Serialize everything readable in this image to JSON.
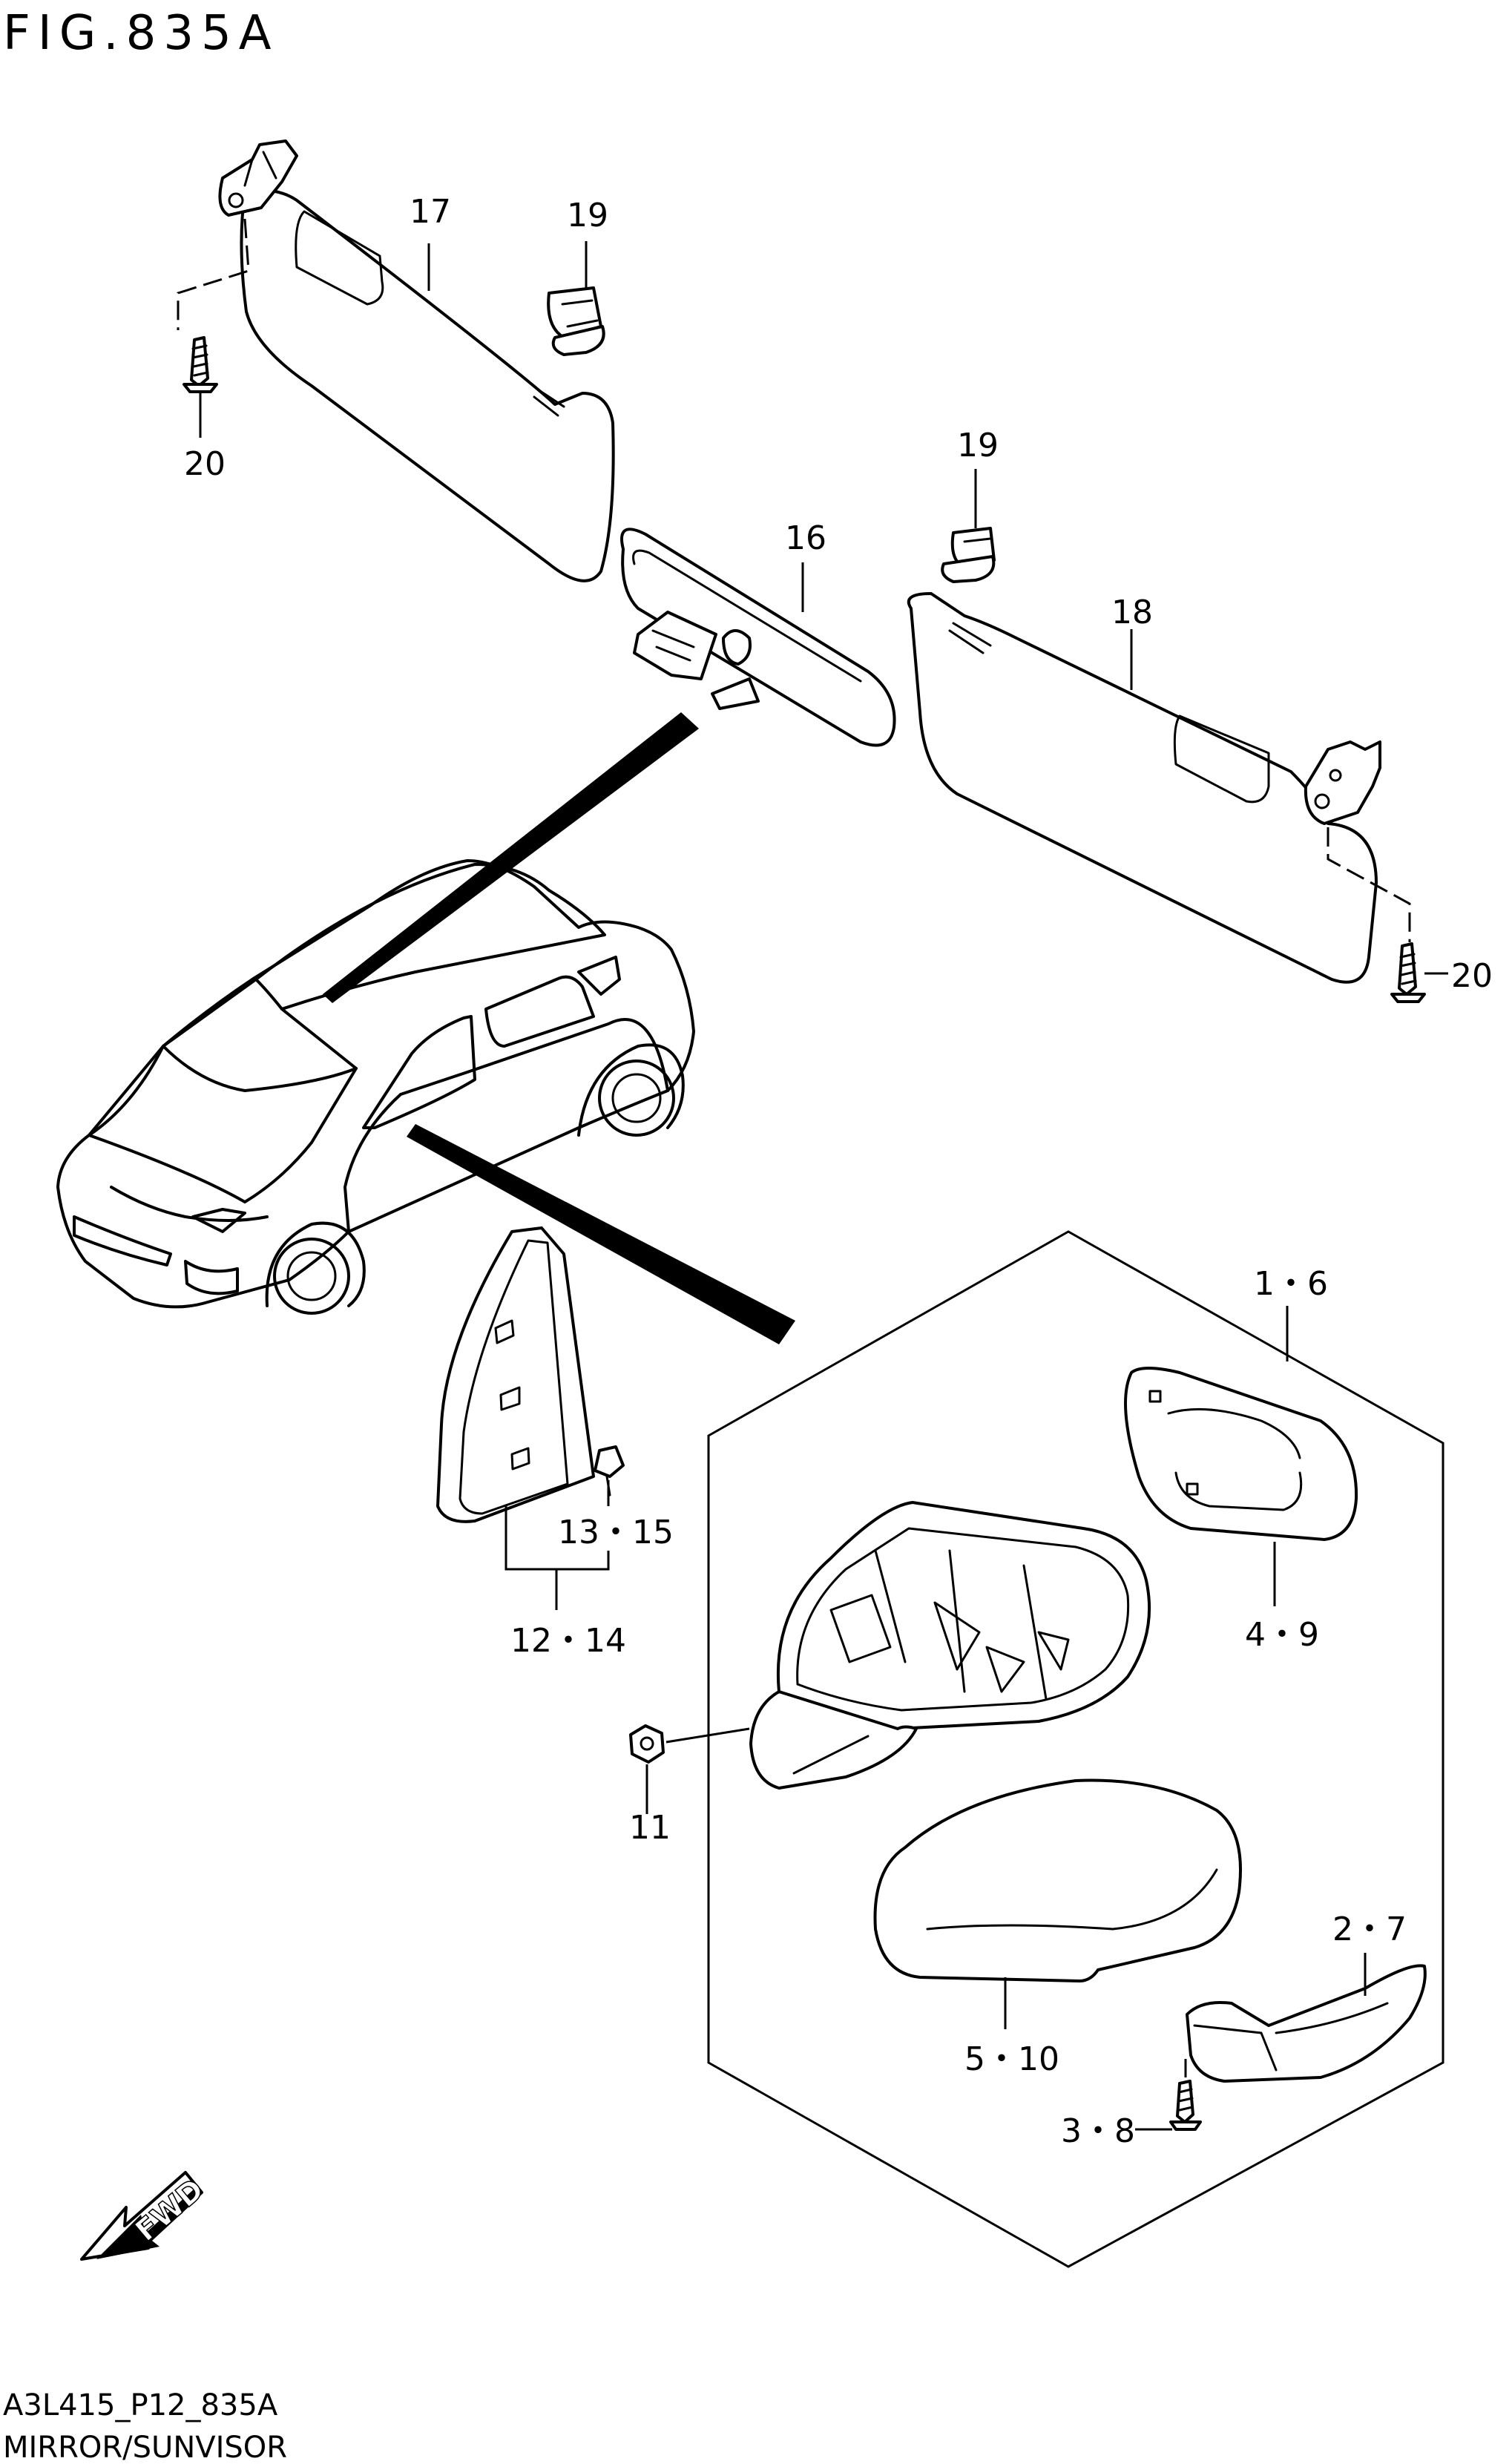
{
  "figure": {
    "title": "FIG.835A"
  },
  "footer": {
    "code": "A3L415_P12_835A",
    "caption": "MIRROR/SUNVISOR"
  },
  "arrow": {
    "label": "FWD"
  },
  "callouts": {
    "p17": "17",
    "p19a": "19",
    "p19b": "19",
    "p20a": "20",
    "p20b": "20",
    "p16": "16",
    "p18": "18",
    "p1_6": "1・6",
    "p4_9": "4・9",
    "p13_15": "13・15",
    "p12_14": "12・14",
    "p11": "11",
    "p2_7": "2・7",
    "p5_10": "5・10",
    "p3_8": "3・8"
  }
}
